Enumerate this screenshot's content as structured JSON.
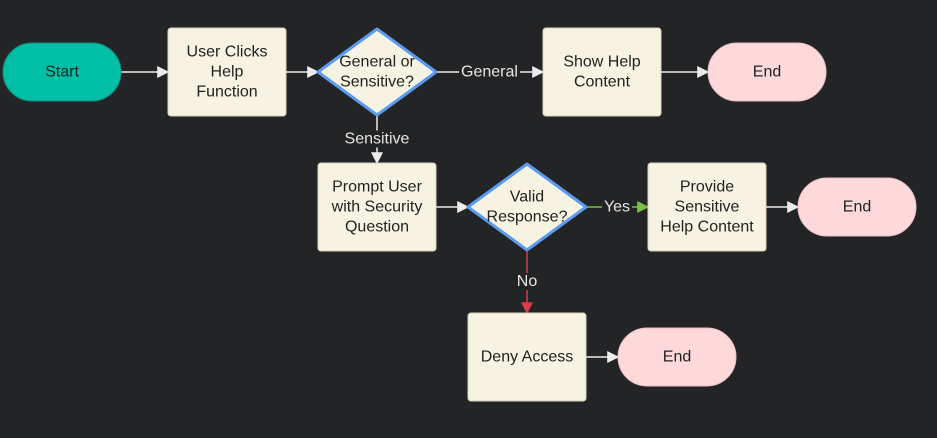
{
  "diagram": {
    "title": "",
    "colors": {
      "background": "#232425",
      "start_fill": "#00bfa5",
      "end_fill": "#fdd9dc",
      "process_fill": "#f6f3e3",
      "decision_fill": "#f6f3e3",
      "decision_stroke": "#5b9cf0",
      "edge_default": "#ececec",
      "edge_yes": "#7bc043",
      "edge_no": "#d93b48",
      "edge_label": "#e6e6e6"
    },
    "nodes": {
      "start": {
        "shape": "terminal",
        "lines": [
          "Start"
        ]
      },
      "user_clicks": {
        "shape": "process",
        "lines": [
          "User Clicks",
          "Help",
          "Function"
        ]
      },
      "general_or_sensitive": {
        "shape": "decision",
        "lines": [
          "General or",
          "Sensitive?"
        ]
      },
      "show_help": {
        "shape": "process",
        "lines": [
          "Show Help",
          "Content"
        ]
      },
      "end_1": {
        "shape": "terminal",
        "lines": [
          "End"
        ]
      },
      "prompt_user": {
        "shape": "process",
        "lines": [
          "Prompt User",
          "with Security",
          "Question"
        ]
      },
      "valid_response": {
        "shape": "decision",
        "lines": [
          "Valid",
          "Response?"
        ]
      },
      "provide_sensitive": {
        "shape": "process",
        "lines": [
          "Provide",
          "Sensitive",
          "Help Content"
        ]
      },
      "end_2": {
        "shape": "terminal",
        "lines": [
          "End"
        ]
      },
      "deny_access": {
        "shape": "process",
        "lines": [
          "Deny Access"
        ]
      },
      "end_3": {
        "shape": "terminal",
        "lines": [
          "End"
        ]
      }
    },
    "edges": [
      {
        "from": "start",
        "to": "user_clicks",
        "label": "",
        "kind": "default"
      },
      {
        "from": "user_clicks",
        "to": "general_or_sensitive",
        "label": "",
        "kind": "default"
      },
      {
        "from": "general_or_sensitive",
        "to": "show_help",
        "label": "General",
        "kind": "default"
      },
      {
        "from": "show_help",
        "to": "end_1",
        "label": "",
        "kind": "default"
      },
      {
        "from": "general_or_sensitive",
        "to": "prompt_user",
        "label": "Sensitive",
        "kind": "default"
      },
      {
        "from": "prompt_user",
        "to": "valid_response",
        "label": "",
        "kind": "default"
      },
      {
        "from": "valid_response",
        "to": "provide_sensitive",
        "label": "Yes",
        "kind": "yes"
      },
      {
        "from": "provide_sensitive",
        "to": "end_2",
        "label": "",
        "kind": "default"
      },
      {
        "from": "valid_response",
        "to": "deny_access",
        "label": "No",
        "kind": "no"
      },
      {
        "from": "deny_access",
        "to": "end_3",
        "label": "",
        "kind": "default"
      }
    ]
  }
}
